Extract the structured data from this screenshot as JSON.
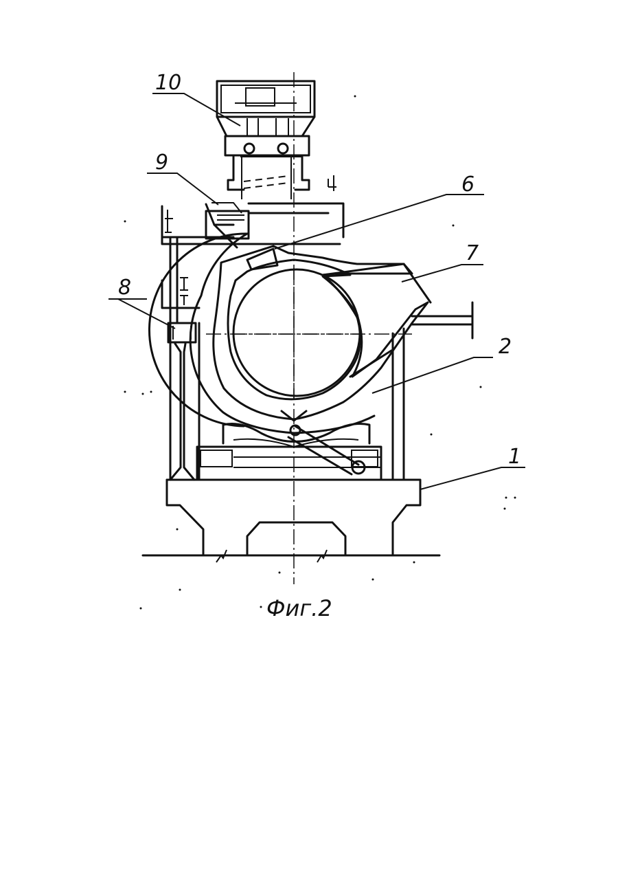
{
  "figure": {
    "caption": "Фиг.2",
    "labels": {
      "l1": "1",
      "l2": "2",
      "l6": "6",
      "l7": "7",
      "l8": "8",
      "l9": "9",
      "l10": "10"
    }
  }
}
